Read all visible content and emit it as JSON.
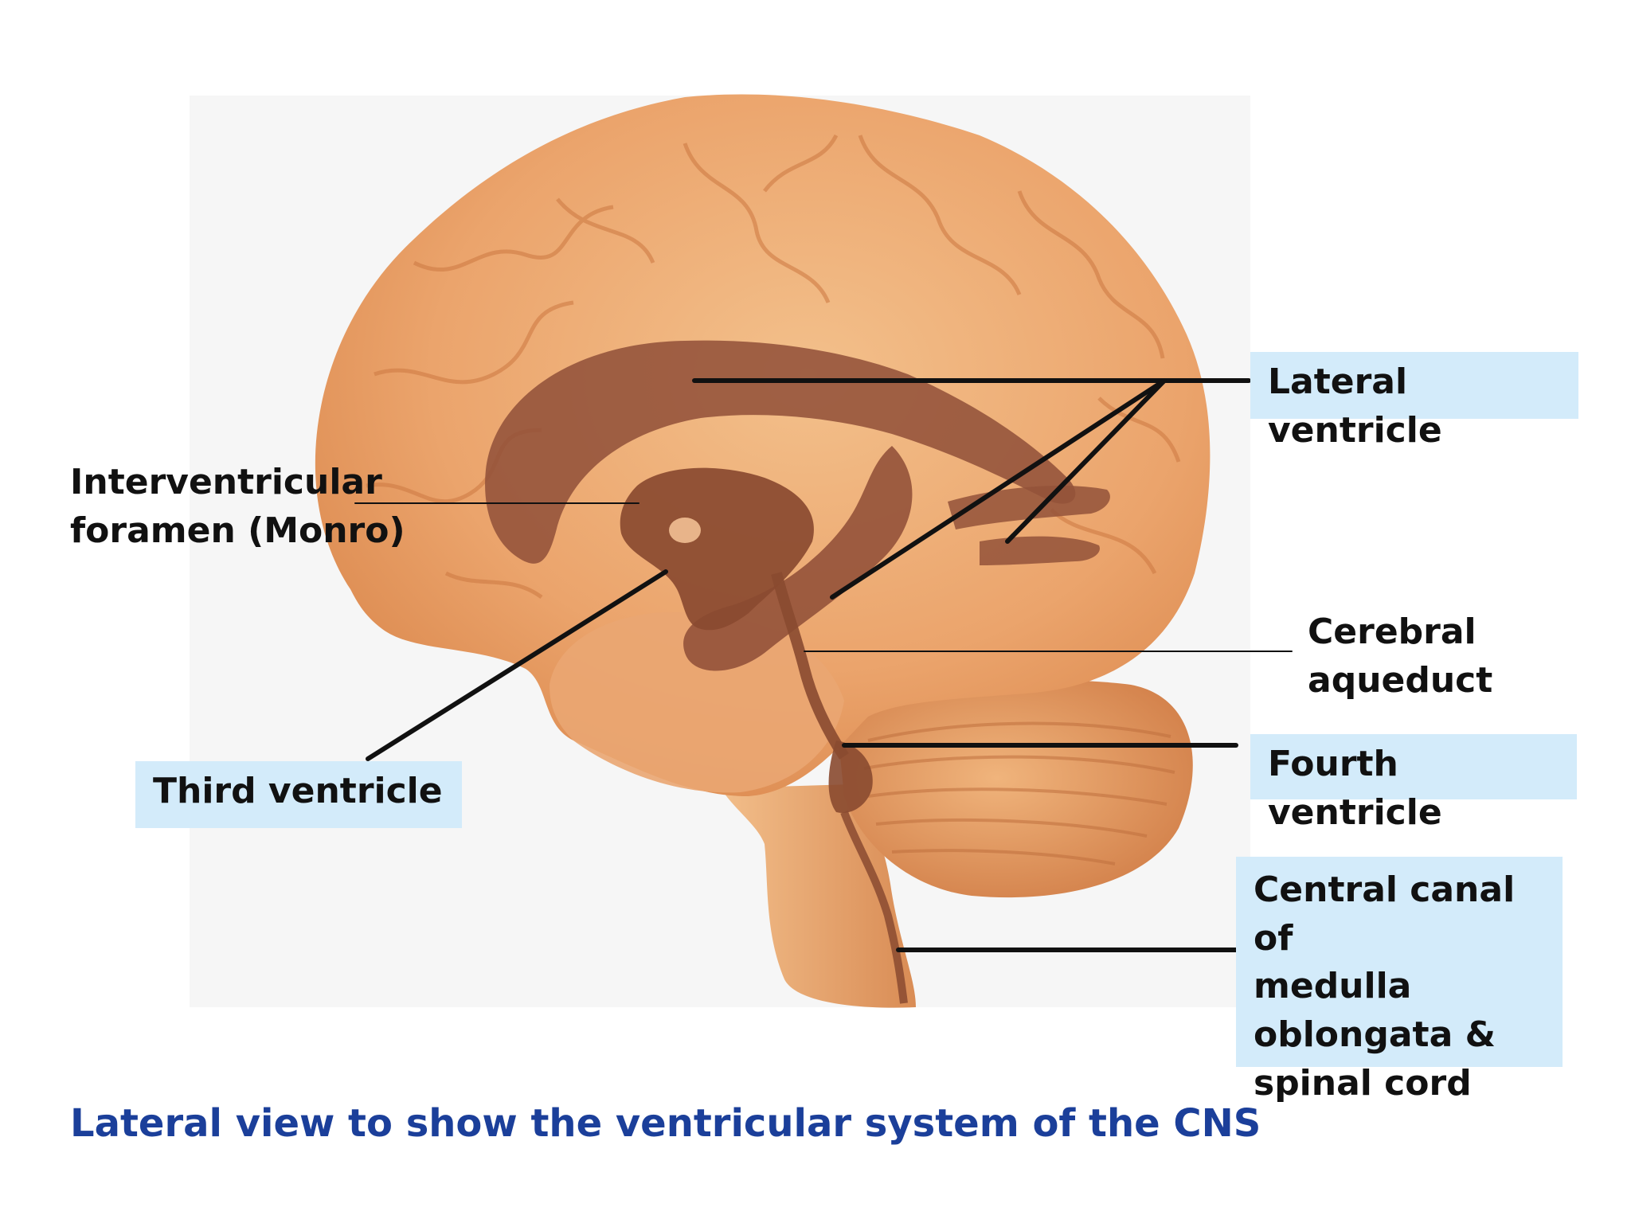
{
  "labels": {
    "lateral_ventricle": "Lateral ventricle",
    "interventricular_foramen": [
      "Interventricular",
      "foramen (Monro)"
    ],
    "cerebral_aqueduct": [
      "Cerebral",
      "aqueduct"
    ],
    "third_ventricle": "Third ventricle",
    "fourth_ventricle": "Fourth ventricle",
    "central_canal": [
      "Central canal of",
      "medulla",
      "oblongata &",
      "spinal cord"
    ]
  },
  "caption": "Lateral view to show the ventricular system of the CNS",
  "colors": {
    "label_box": "#d3ebfa",
    "caption": "#1b3f9a",
    "brain": "#e9a873",
    "ventricles": "#8e4a2e",
    "leader_line": "#111111"
  }
}
